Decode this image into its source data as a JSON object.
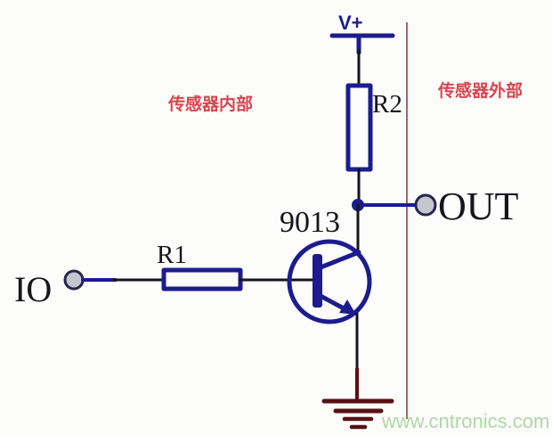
{
  "colors": {
    "bg": "#fcfcfa",
    "navy": "#1c1c8f",
    "ink": "#15151d",
    "maroon": "#571114",
    "divider-red": "#8e3038",
    "region-red": "#d8444e",
    "terminal-fill": "#c5c5cd",
    "terminal-edge": "#26264d",
    "watermark-green": "#afd8a6"
  },
  "labels": {
    "power": "V+",
    "r2": "R2",
    "r1": "R1",
    "transistor": "9013",
    "input": "IO",
    "output": "OUT",
    "region_inside": "传感器内部",
    "region_outside": "传感器外部",
    "watermark": "www.cntronics.com"
  }
}
